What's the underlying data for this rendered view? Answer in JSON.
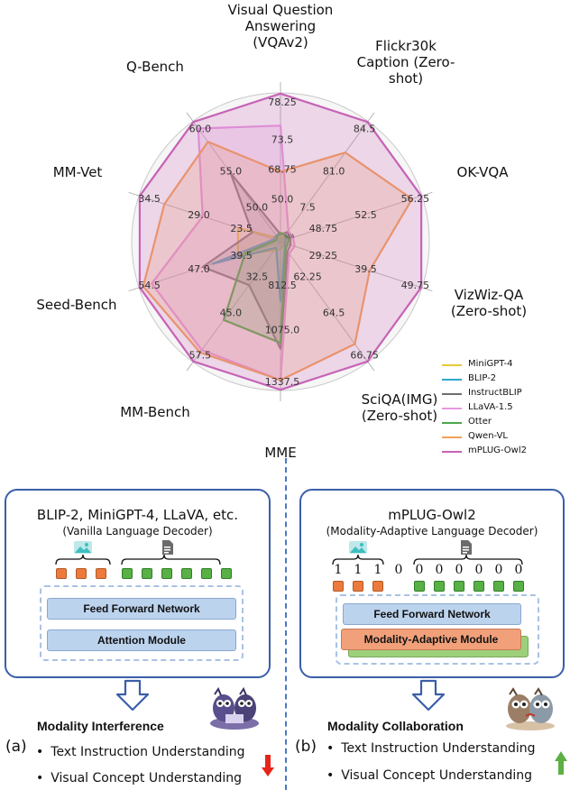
{
  "chart_data": {
    "type": "radar",
    "axes": [
      {
        "label": "Visual Question\nAnswering\n(VQAv2)",
        "ticks": [
          "50.0",
          "68.75",
          "73.5",
          "78.25"
        ]
      },
      {
        "label": "Flickr30k\nCaption (Zero-\nshot)",
        "ticks": [
          "7.5",
          "81.0",
          "84.5"
        ]
      },
      {
        "label": "OK-VQA",
        "ticks": [
          "48.75",
          "52.5",
          "56.25"
        ]
      },
      {
        "label": "VizWiz-QA\n(Zero-shot)",
        "ticks": [
          "29.25",
          "39.5",
          "49.75"
        ]
      },
      {
        "label": "SciQA(IMG)\n(Zero-shot)",
        "ticks": [
          "62.25",
          "64.5",
          "66.75"
        ]
      },
      {
        "label": "MME",
        "ticks": [
          "812.5",
          "1075.0",
          "1337.5"
        ]
      },
      {
        "label": "MM-Bench",
        "ticks": [
          "32.5",
          "45.0",
          "57.5"
        ]
      },
      {
        "label": "Seed-Bench",
        "ticks": [
          "39.5",
          "47.0",
          "54.5"
        ]
      },
      {
        "label": "MM-Vet",
        "ticks": [
          "23.5",
          "29.0",
          "34.5"
        ]
      },
      {
        "label": "Q-Bench",
        "ticks": [
          "50.0",
          "55.0",
          "60.0"
        ]
      }
    ],
    "center_label": "N/A",
    "series": [
      {
        "name": "MiniGPT-4",
        "color": "#e8c93a",
        "values": [
          0.03,
          0.03,
          0.03,
          0.04,
          0.03,
          0.05,
          0.07,
          0.3,
          0.3,
          0.03
        ]
      },
      {
        "name": "BLIP-2",
        "color": "#2ea9c9",
        "values": [
          0.06,
          0.05,
          0.04,
          0.03,
          0.05,
          0.4,
          0.05,
          0.48,
          0.05,
          0.05
        ]
      },
      {
        "name": "InstructBLIP",
        "color": "#6e6e6e",
        "values": [
          0.05,
          0.08,
          0.07,
          0.07,
          0.08,
          0.72,
          0.36,
          0.55,
          0.2,
          0.57
        ]
      },
      {
        "name": "LLaVA-1.5",
        "color": "#e699df",
        "values": [
          0.78,
          0.09,
          0.09,
          0.1,
          0.1,
          0.93,
          0.9,
          0.91,
          0.55,
          0.94
        ]
      },
      {
        "name": "Otter",
        "color": "#4aa84a",
        "values": [
          0.06,
          0.05,
          0.06,
          0.05,
          0.06,
          0.68,
          0.65,
          0.25,
          0.03,
          0.04
        ]
      },
      {
        "name": "Qwen-VL",
        "color": "#f2a05a",
        "values": [
          0.47,
          0.74,
          0.93,
          0.63,
          0.85,
          0.93,
          0.92,
          0.97,
          0.82,
          0.83
        ]
      },
      {
        "name": "mPLUG-Owl2",
        "color": "#c763b6",
        "values": [
          0.995,
          0.995,
          0.995,
          0.995,
          0.995,
          0.995,
          0.995,
          0.995,
          0.995,
          0.995
        ]
      }
    ]
  },
  "left_panel": {
    "title": "BLIP-2, MiniGPT-4, LLaVA, etc.",
    "subtitle": "(Vanilla Language Decoder)",
    "ffn": "Feed Forward Network",
    "attention": "Attention Module"
  },
  "right_panel": {
    "title": "mPLUG-Owl2",
    "subtitle": "(Modality-Adaptive Language Decoder)",
    "flags": [
      "1",
      "1",
      "1",
      "0",
      "0",
      "0",
      "0",
      "0",
      "0",
      "0"
    ],
    "ffn": "Feed Forward Network",
    "mam": "Modality-Adaptive Module"
  },
  "left_result": {
    "label": "(a)",
    "title": "Modality Interference",
    "bullets": [
      "Text Instruction Understanding",
      "Visual Concept Understanding"
    ],
    "arrow_color": "#e8231a"
  },
  "right_result": {
    "label": "(b)",
    "title": "Modality Collaboration",
    "bullets": [
      "Text Instruction Understanding",
      "Visual Concept Understanding"
    ],
    "arrow_color": "#5cb044"
  },
  "icons": [
    "image-icon",
    "document-icon",
    "down-arrow-icon",
    "owl-icon"
  ]
}
